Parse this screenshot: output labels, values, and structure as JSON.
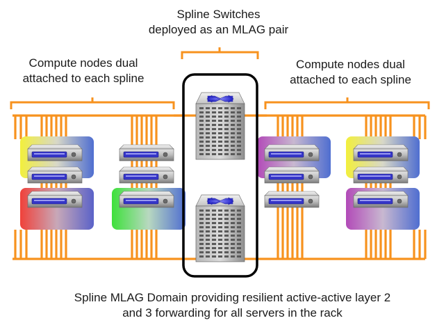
{
  "title": {
    "line1": "Spline Switches",
    "line2": "deployed as an MLAG pair"
  },
  "left_group": {
    "line1": "Compute nodes dual",
    "line2": "attached to each spline"
  },
  "right_group": {
    "line1": "Compute nodes dual",
    "line2": "attached to each spline"
  },
  "caption": {
    "line1": "Spline MLAG Domain providing resilient active-active layer 2",
    "line2": "and 3 forwarding for all servers in the rack"
  },
  "colors": {
    "bracket": "#f7921e",
    "cable": "#f7921e",
    "mlag_box": "#000000",
    "switch_accent": "#3a3ad8"
  }
}
